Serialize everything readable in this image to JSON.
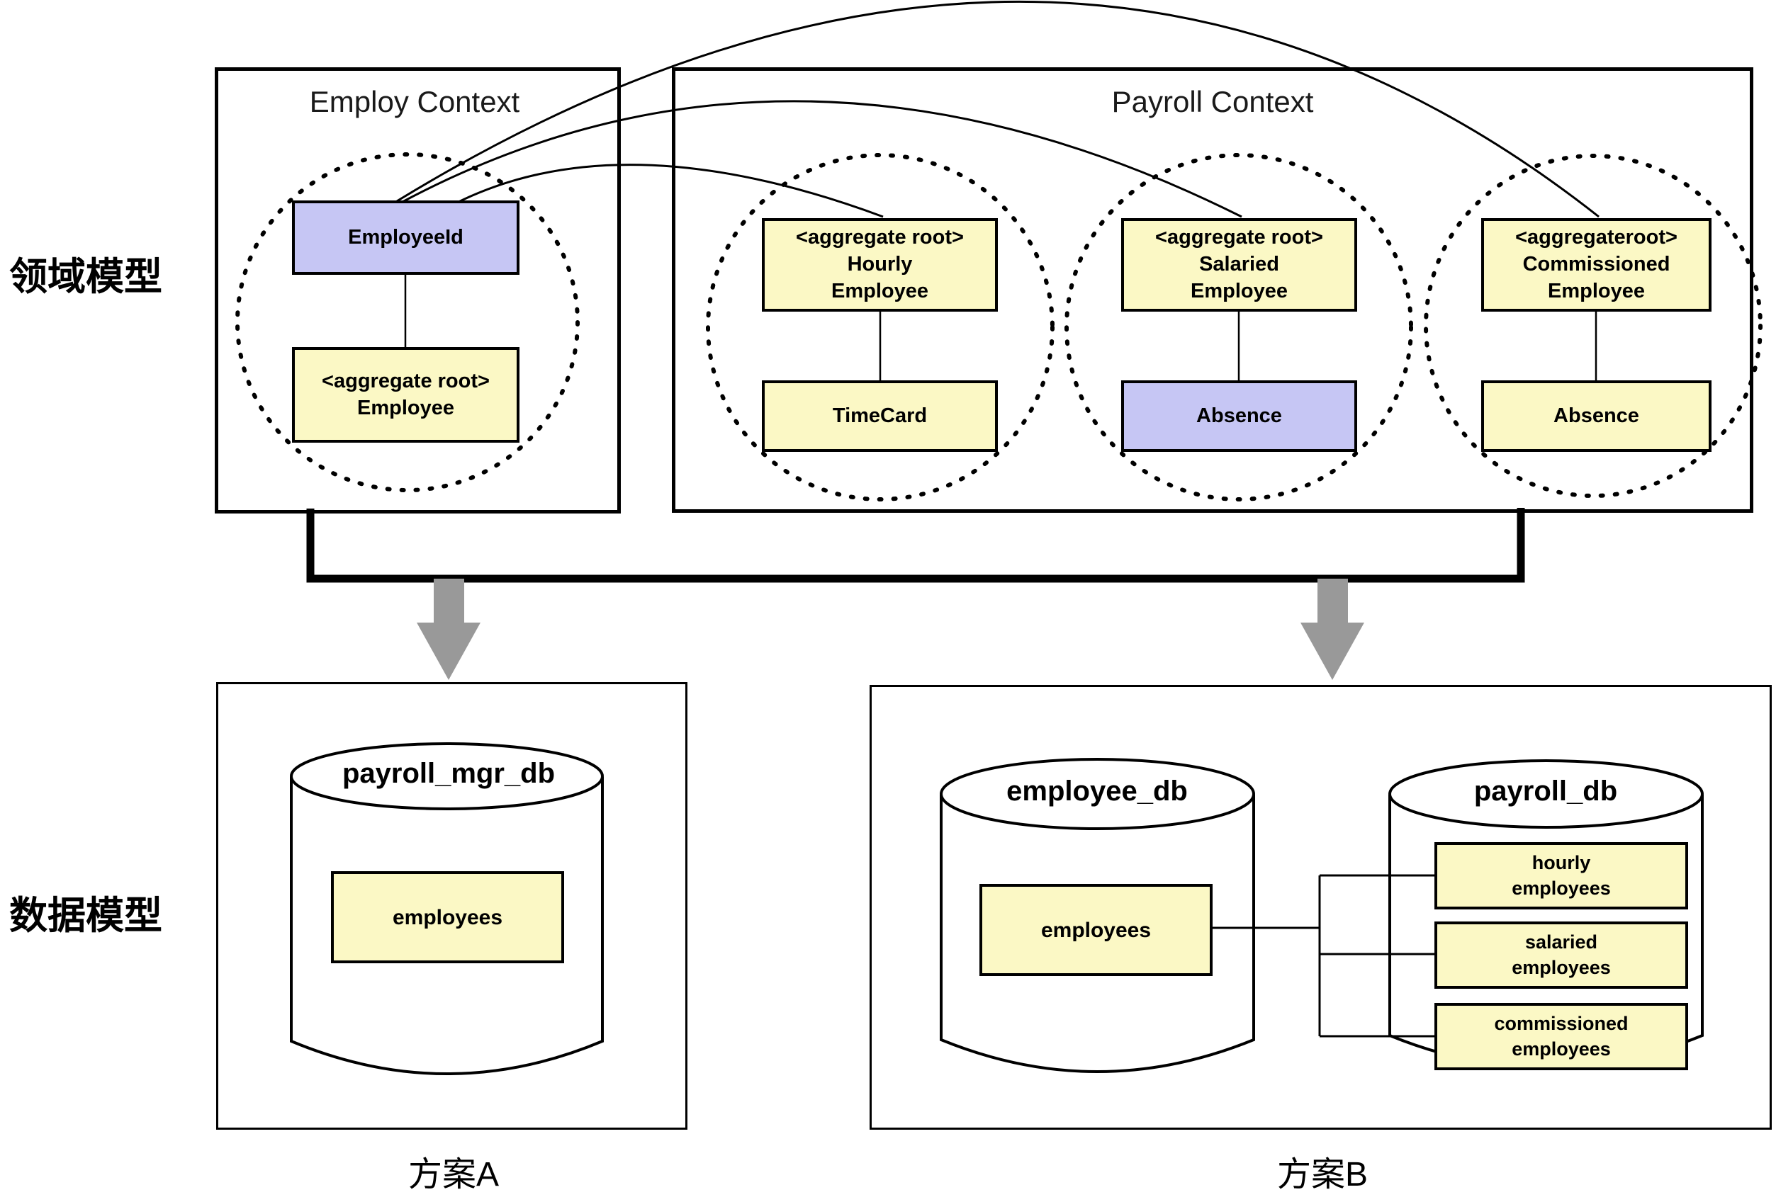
{
  "labels": {
    "domain_model": "领域模型",
    "data_model": "数据模型",
    "plan_a": "方案A",
    "plan_b": "方案B"
  },
  "domain": {
    "employ_context": {
      "title": "Employ Context",
      "value_object": "EmployeeId",
      "aggregate_lines": [
        "<aggregate root>",
        "Employee"
      ]
    },
    "payroll_context": {
      "title": "Payroll Context",
      "aggregates": [
        {
          "lines": [
            "<aggregate root>",
            "Hourly",
            "Employee"
          ],
          "child": "TimeCard"
        },
        {
          "lines": [
            "<aggregate root>",
            "Salaried",
            "Employee"
          ],
          "child": "Absence"
        },
        {
          "lines": [
            "<aggregateroot>",
            "Commissioned",
            "Employee"
          ],
          "child": "Absence"
        }
      ]
    }
  },
  "data_model": {
    "plan_a": {
      "db_name": "payroll_mgr_db",
      "table": "employees"
    },
    "plan_b": {
      "employee_db": {
        "name": "employee_db",
        "table": "employees"
      },
      "payroll_db": {
        "name": "payroll_db",
        "tables": [
          {
            "lines": [
              "hourly",
              "employees"
            ]
          },
          {
            "lines": [
              "salaried",
              "employees"
            ]
          },
          {
            "lines": [
              "commissioned",
              "employees"
            ]
          }
        ]
      }
    }
  },
  "colors": {
    "entity_yellow": "#FBF8C5",
    "entity_purple": "#C6C6F4",
    "arrow_gray": "#999999",
    "line_black": "#000000"
  }
}
